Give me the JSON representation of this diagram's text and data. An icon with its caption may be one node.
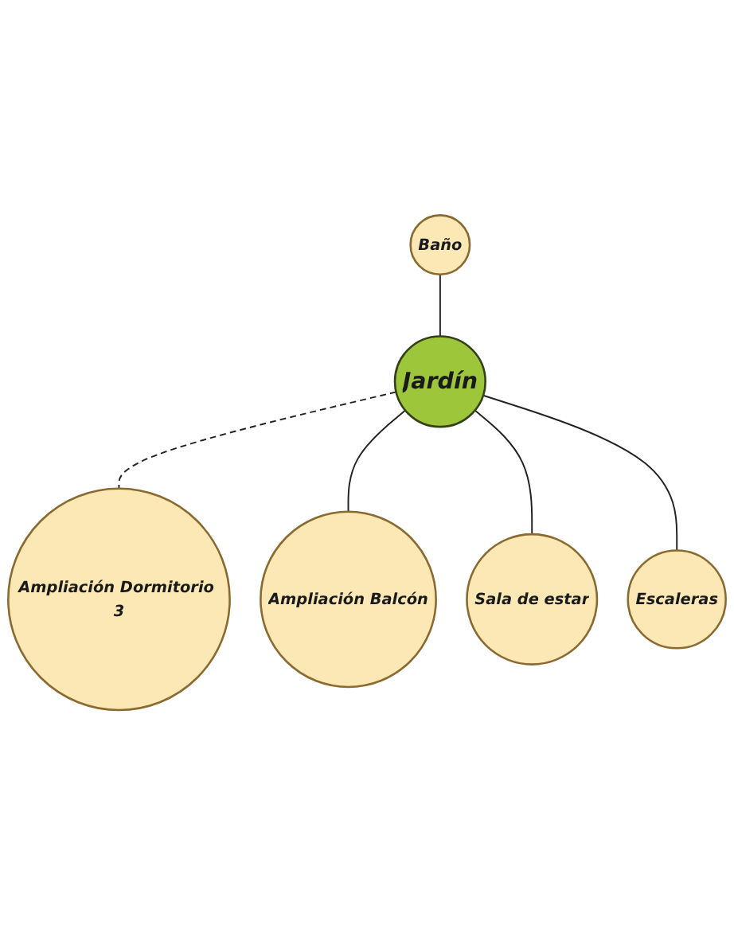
{
  "diagram": {
    "nodes": [
      {
        "text": [
          "Jardín"
        ]
      },
      {
        "text": [
          "Baño"
        ]
      },
      {
        "text": [
          "Ampliación Dormitorio 3"
        ]
      },
      {
        "text": [
          "Ampliación Balcón"
        ]
      },
      {
        "text": [
          "Sala de estar"
        ]
      },
      {
        "text": [
          "Escaleras"
        ]
      }
    ],
    "edges": [
      {
        "from": 1,
        "to": 0,
        "arrow": "none"
      },
      {
        "from": 0,
        "to": 2,
        "arrow": "none",
        "style": "dashed"
      },
      {
        "from": 0,
        "to": 3,
        "arrow": "none"
      },
      {
        "from": 0,
        "to": 4,
        "arrow": "none"
      },
      {
        "from": 0,
        "to": 5,
        "arrow": "none"
      }
    ]
  }
}
